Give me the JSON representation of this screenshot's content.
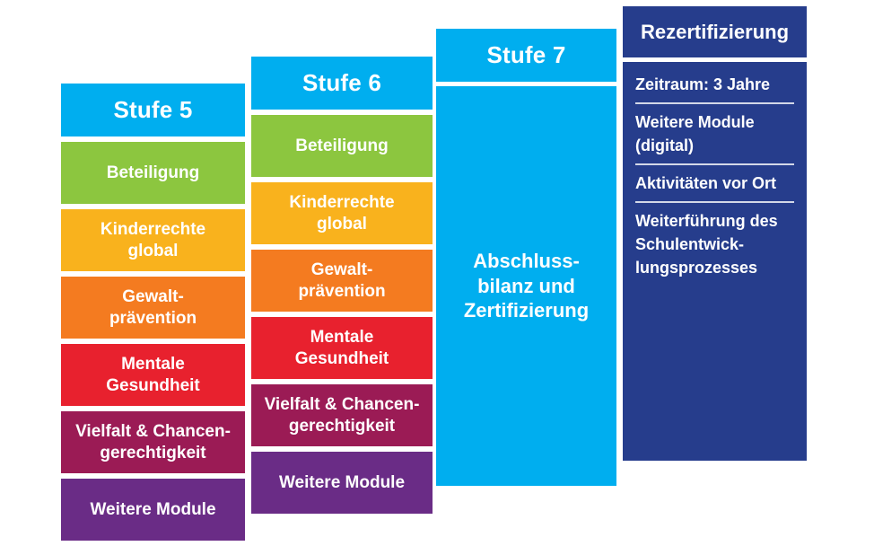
{
  "palette": {
    "cyan": "#00AEEF",
    "dark_blue": "#263D8C",
    "green": "#8CC63F",
    "yellow": "#F9B21D",
    "orange": "#F47B20",
    "red": "#E8212E",
    "berry": "#9B1B55",
    "purple": "#6A2C86",
    "label_text": "#FFFFFF"
  },
  "columns": {
    "stufe5": {
      "header": "Stufe 5",
      "modules": [
        {
          "label": "Beteiligung",
          "color": "#8CC63F"
        },
        {
          "label": "Kinderrechte\nglobal",
          "color": "#F9B21D"
        },
        {
          "label": "Gewalt-\nprävention",
          "color": "#F47B20"
        },
        {
          "label": "Mentale\nGesundheit",
          "color": "#E8212E"
        },
        {
          "label": "Vielfalt & Chancen-\ngerechtigkeit",
          "color": "#9B1B55"
        },
        {
          "label": "Weitere Module",
          "color": "#6A2C86"
        }
      ]
    },
    "stufe6": {
      "header": "Stufe 6",
      "modules": [
        {
          "label": "Beteiligung",
          "color": "#8CC63F"
        },
        {
          "label": "Kinderrechte\nglobal",
          "color": "#F9B21D"
        },
        {
          "label": "Gewalt-\nprävention",
          "color": "#F47B20"
        },
        {
          "label": "Mentale\nGesundheit",
          "color": "#E8212E"
        },
        {
          "label": "Vielfalt & Chancen-\ngerechtigkeit",
          "color": "#9B1B55"
        },
        {
          "label": "Weitere Module",
          "color": "#6A2C86"
        }
      ]
    },
    "stufe7": {
      "header": "Stufe 7",
      "body_label": "Abschluss-\nbilanz und\nZertifizierung",
      "body_color": "#00AEEF"
    },
    "rezertifizierung": {
      "header": "Rezertifizierung",
      "items": [
        "Zeitraum: 3 Jahre",
        "Weitere Module\n(digital)",
        "Aktivitäten vor Ort",
        "Weiterführung des\nSchulentwick-\nlungsprozesses"
      ]
    }
  }
}
